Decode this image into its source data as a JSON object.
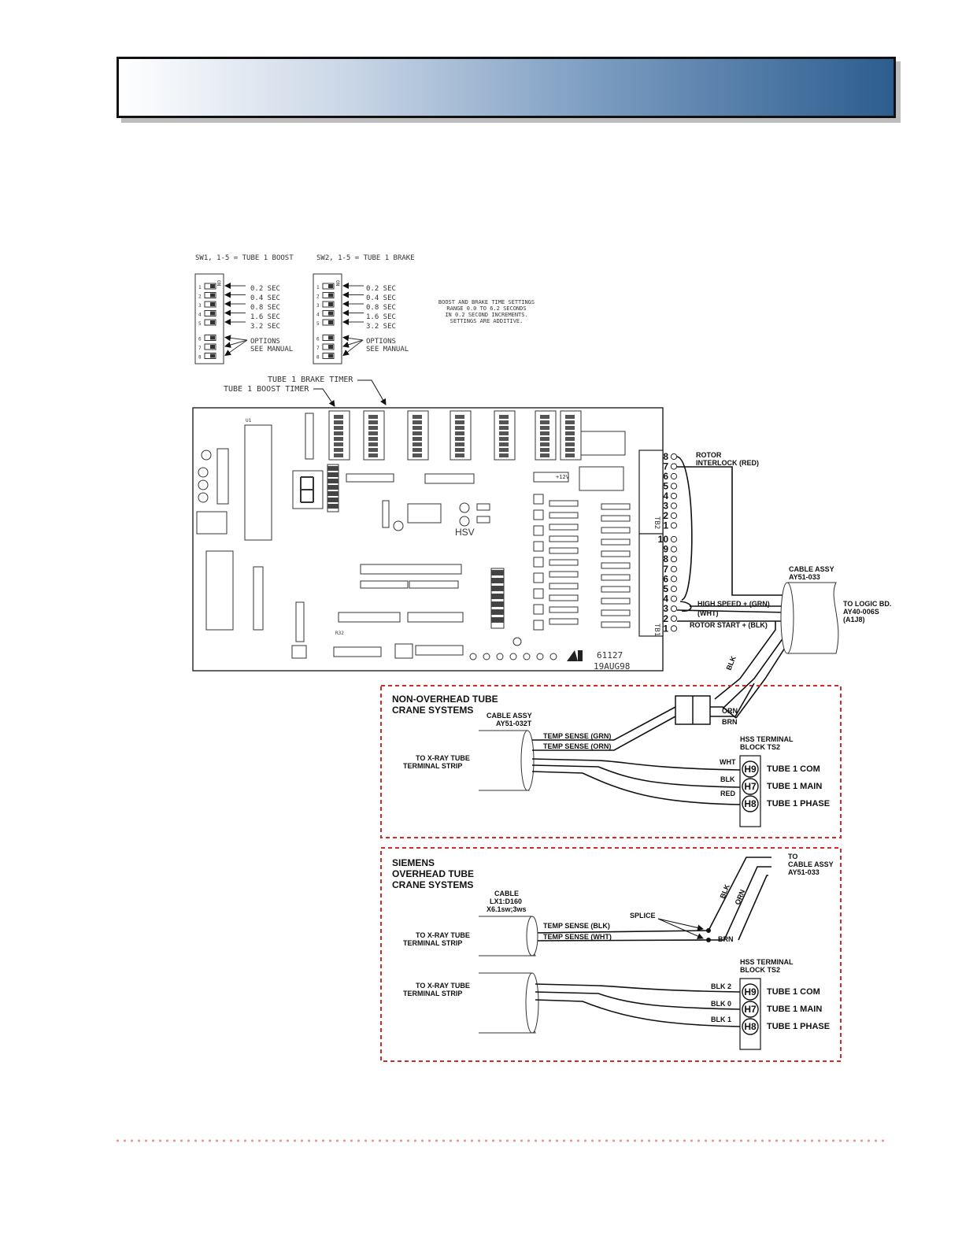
{
  "dip_switches": {
    "sw1_title": "SW1, 1-5 = TUBE 1 BOOST",
    "sw2_title": "SW2, 1-5 = TUBE 1 BRAKE",
    "on_label": "ON",
    "times": [
      "0.2 SEC",
      "0.4 SEC",
      "0.8 SEC",
      "1.6 SEC",
      "3.2 SEC"
    ],
    "options": "OPTIONS",
    "see_manual": "SEE MANUAL",
    "note": [
      "BOOST AND BRAKE TIME SETTINGS",
      "RANGE 0.0 TO 6.2 SECONDS",
      "IN 0.2 SECOND INCREMENTS.",
      "SETTINGS ARE ADDITIVE."
    ]
  },
  "board": {
    "brake_timer": "TUBE 1 BRAKE TIMER",
    "boost_timer": "TUBE 1 BOOST TIMER",
    "hsv": "HSV",
    "board_number": "61127",
    "board_date": "19AUG98",
    "v12": "+12V",
    "tb2": "TB2",
    "tb1": "TB1",
    "tb2_pins": [
      "8",
      "7",
      "6",
      "5",
      "4",
      "3",
      "2",
      "1"
    ],
    "tb1_pins": [
      "10",
      "9",
      "8",
      "7",
      "6",
      "5",
      "4",
      "3",
      "2",
      "1"
    ]
  },
  "wiring": {
    "rotor_interlock": [
      "ROTOR",
      "INTERLOCK (RED)"
    ],
    "high_speed": "HIGH SPEED + (GRN)",
    "wht": "(WHT)",
    "rotor_start": "ROTOR START + (BLK)",
    "cable_assy": [
      "CABLE ASSY",
      "AY51-033"
    ],
    "to_logic": [
      "TO LOGIC BD.",
      "AY40-006S",
      "(A1J8)"
    ],
    "blk": "BLK"
  },
  "non_overhead": {
    "title": [
      "NON-OVERHEAD TUBE",
      "CRANE SYSTEMS"
    ],
    "cable": [
      "CABLE ASSY",
      "AY51-032T"
    ],
    "temp_grn": "TEMP SENSE (GRN)",
    "temp_orn": "TEMP SENSE (ORN)",
    "to_xray": [
      "TO X-RAY TUBE",
      "TERMINAL STRIP"
    ],
    "orn": "ORN",
    "brn": "BRN",
    "hss_block": [
      "HSS TERMINAL",
      "BLOCK TS2"
    ],
    "wires": [
      "WHT",
      "BLK",
      "RED"
    ],
    "terminals": [
      "H9",
      "H7",
      "H8"
    ],
    "functions": [
      "TUBE 1 COM",
      "TUBE 1 MAIN",
      "TUBE 1 PHASE"
    ]
  },
  "siemens": {
    "title": [
      "SIEMENS",
      "OVERHEAD TUBE",
      "CRANE SYSTEMS"
    ],
    "cable": [
      "CABLE",
      "LX1:D160",
      "X6.1sw;3ws"
    ],
    "to_cable": [
      "TO",
      "CABLE ASSY",
      "AY51-033"
    ],
    "blk": "BLK",
    "orn": "ORN",
    "splice": "SPLICE",
    "temp_blk": "TEMP SENSE (BLK)",
    "temp_wht": "TEMP SENSE (WHT)",
    "brn": "BRN",
    "to_xray": [
      "TO X-RAY TUBE",
      "TERMINAL STRIP"
    ],
    "hss_block": [
      "HSS TERMINAL",
      "BLOCK TS2"
    ],
    "wires": [
      "BLK 2",
      "BLK 0",
      "BLK 1"
    ],
    "terminals": [
      "H9",
      "H7",
      "H8"
    ],
    "functions": [
      "TUBE 1 COM",
      "TUBE 1 MAIN",
      "TUBE 1 PHASE"
    ]
  }
}
